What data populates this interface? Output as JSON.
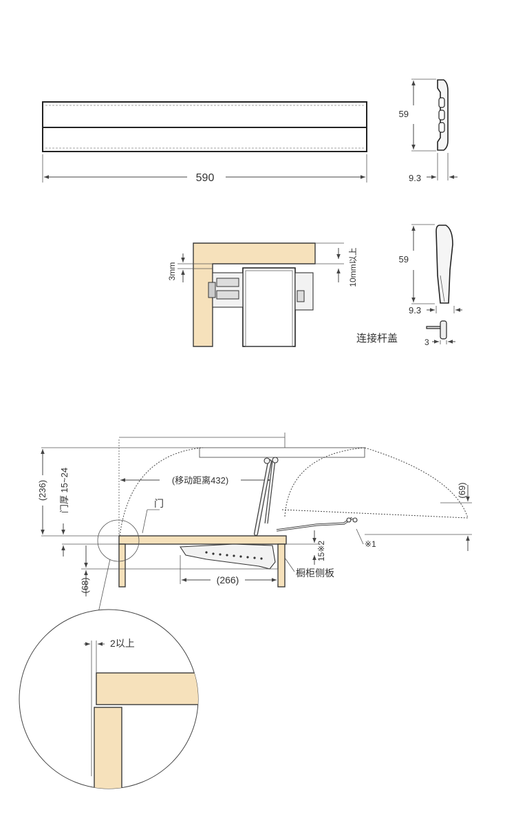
{
  "top_view": {
    "length_label": "590"
  },
  "profile_a": {
    "height_label": "59",
    "width_label": "9.3"
  },
  "cross_section": {
    "gap_label": "3mm",
    "overlap_label": "10mm以上"
  },
  "profile_b": {
    "height_label": "59",
    "width_label": "9.3",
    "cap_caption": "连接杆盖",
    "cap_width_label": "3"
  },
  "side_view": {
    "height_label": "(236)",
    "door_thickness_label": "门厚 15~24",
    "travel_label": "(移动距离432)",
    "door_label": "门",
    "right_height_label": "(69)",
    "note1_label": "※1",
    "note2_label": "15※2",
    "depth_label": "(68)",
    "mech_width_label": "(266)",
    "side_panel_label": "橱柜侧板"
  },
  "detail": {
    "clearance_label": "2以上"
  }
}
